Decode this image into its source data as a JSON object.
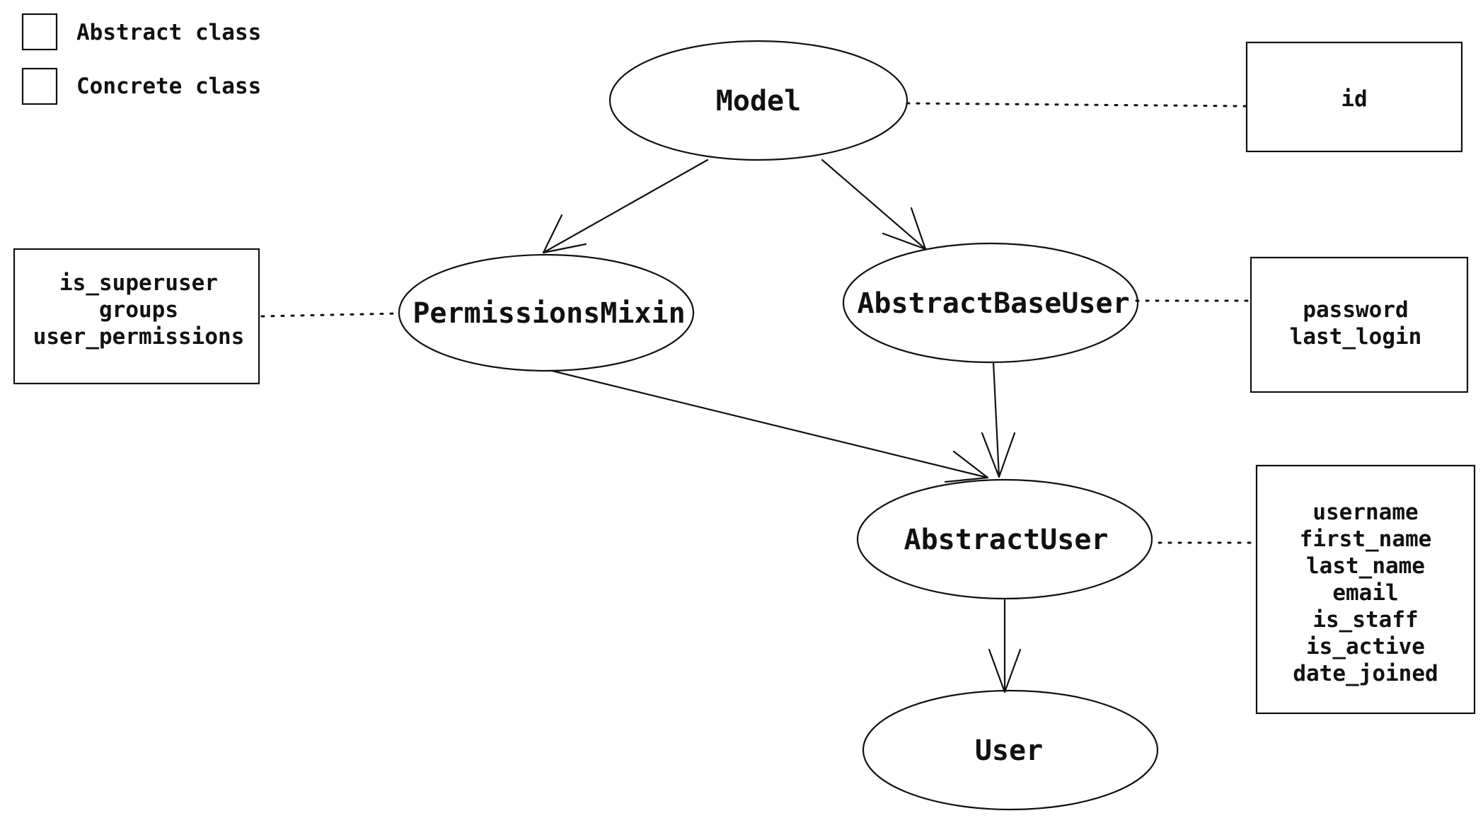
{
  "legend": {
    "abstract_label": "Abstract class",
    "concrete_label": "Concrete class"
  },
  "colors": {
    "abstract": "#f5a623",
    "concrete": "#7ac143",
    "attribute_box": "#c8c8cc",
    "stroke": "#111111"
  },
  "nodes": {
    "model": {
      "label": "Model",
      "kind": "abstract"
    },
    "permissions_mixin": {
      "label": "PermissionsMixin",
      "kind": "abstract"
    },
    "abstract_base_user": {
      "label": "AbstractBaseUser",
      "kind": "abstract"
    },
    "abstract_user": {
      "label": "AbstractUser",
      "kind": "abstract"
    },
    "user": {
      "label": "User",
      "kind": "concrete"
    }
  },
  "attribute_boxes": {
    "model": [
      "id"
    ],
    "permissions_mixin": [
      "is_superuser",
      "groups",
      "user_permissions"
    ],
    "abstract_base_user": [
      "password",
      "last_login"
    ],
    "abstract_user": [
      "username",
      "first_name",
      "last_name",
      "email",
      "is_staff",
      "is_active",
      "date_joined"
    ]
  },
  "edges": [
    {
      "from": "model",
      "to": "permissions_mixin"
    },
    {
      "from": "model",
      "to": "abstract_base_user"
    },
    {
      "from": "permissions_mixin",
      "to": "abstract_user"
    },
    {
      "from": "abstract_base_user",
      "to": "abstract_user"
    },
    {
      "from": "abstract_user",
      "to": "user"
    }
  ]
}
